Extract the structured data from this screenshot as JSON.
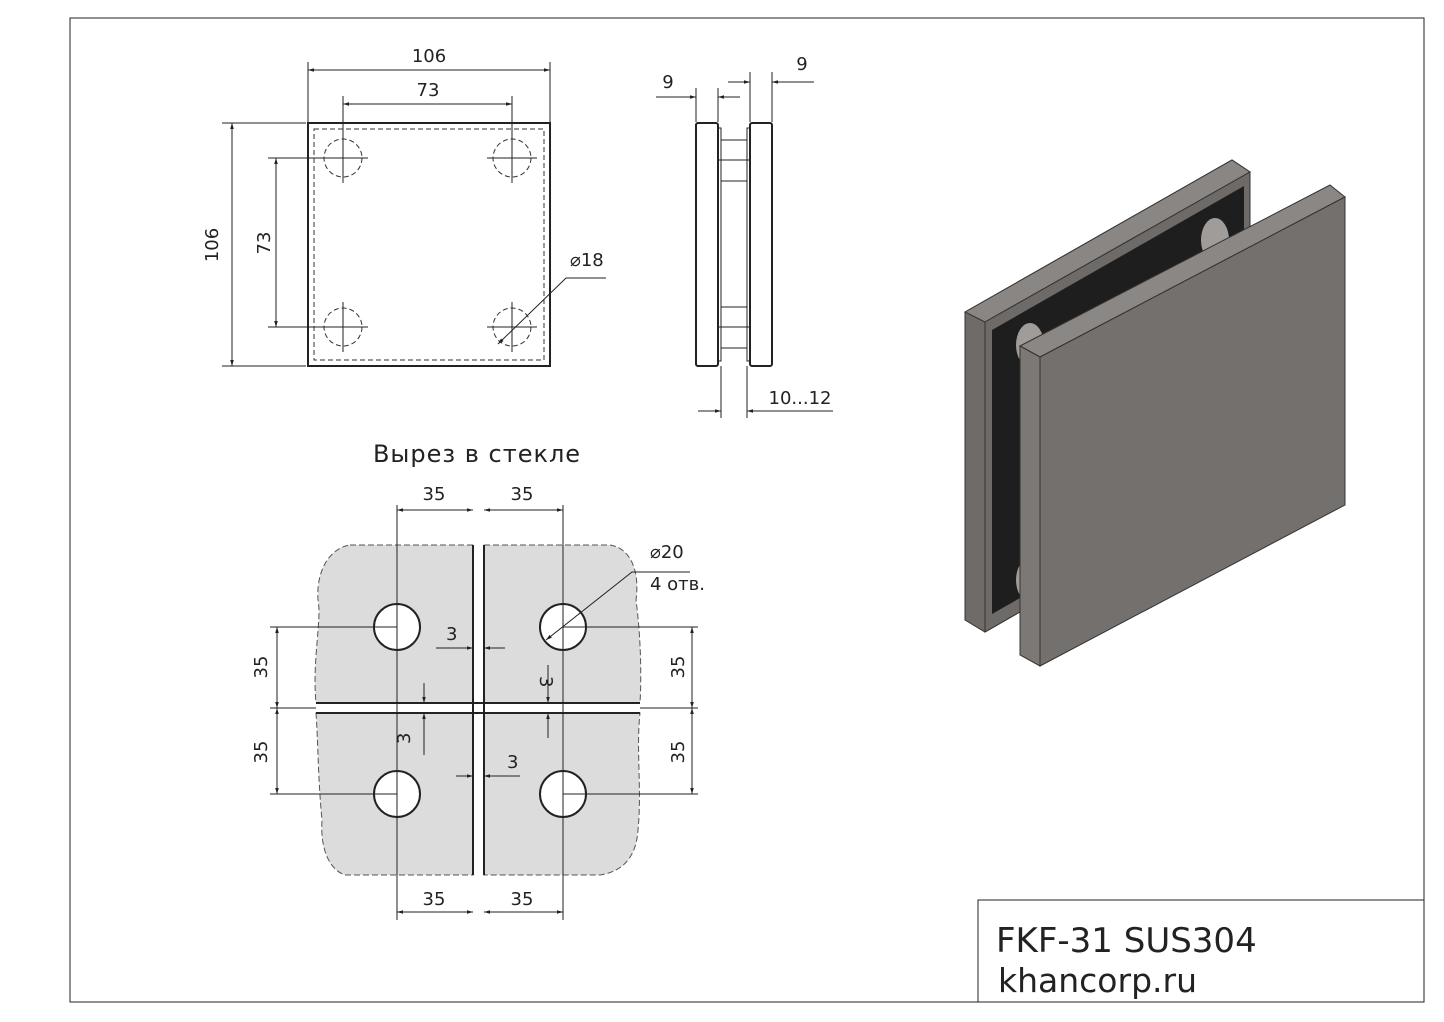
{
  "front_view": {
    "width_dim": "106",
    "hole_spacing_h": "73",
    "height_dim": "106",
    "hole_spacing_v": "73",
    "hole_diameter": "⌀18"
  },
  "side_view": {
    "plate_left_dim": "9",
    "plate_right_dim": "9",
    "glass_gap_dim": "10...12"
  },
  "cutout": {
    "title": "Вырез в стекле",
    "top_left_dim": "35",
    "top_right_dim": "35",
    "bottom_left_dim": "35",
    "bottom_right_dim": "35",
    "left_upper_dim": "35",
    "left_lower_dim": "35",
    "right_upper_dim": "35",
    "right_lower_dim": "35",
    "hole_diameter": "⌀20",
    "hole_count": "4 отв.",
    "gap_top": "3",
    "gap_bottom": "3",
    "gap_left": "3",
    "gap_right": "3"
  },
  "title_block": {
    "model": "FKF-31 SUS304",
    "website": "khancorp.ru"
  },
  "colors": {
    "glass": "#dcdcdc",
    "steel": "#6f6b68",
    "rubber": "#1e1e1e"
  }
}
